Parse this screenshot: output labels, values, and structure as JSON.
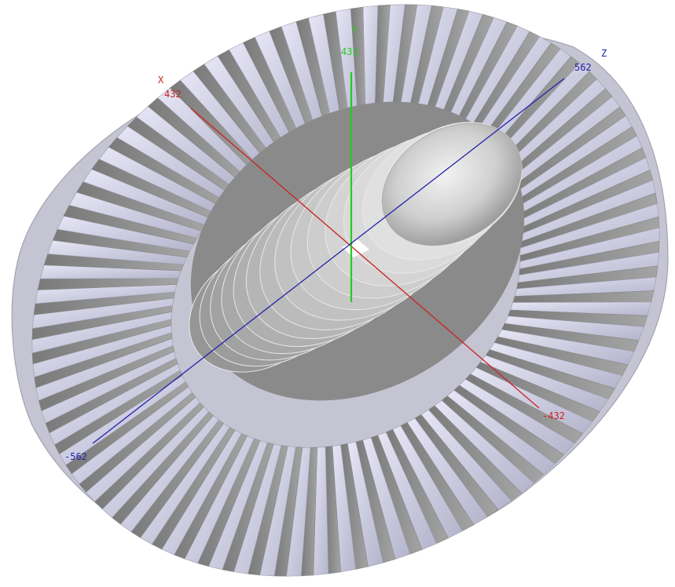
{
  "viewport": {
    "axes": {
      "x": {
        "name": "X",
        "max_label": "432",
        "min_label": "-432",
        "color": "#cc2222"
      },
      "y": {
        "name": "Y",
        "max_label": "432",
        "color": "#22cc22"
      },
      "z": {
        "name": "Z",
        "max_label": "562",
        "min_label": "-562",
        "color": "#2222aa"
      }
    },
    "model": {
      "description_colors": {
        "blade_light": "#d2d2e8",
        "blade_dark": "#8e8e8e",
        "core": "#c8c8c8",
        "background": "#ffffff"
      }
    }
  }
}
